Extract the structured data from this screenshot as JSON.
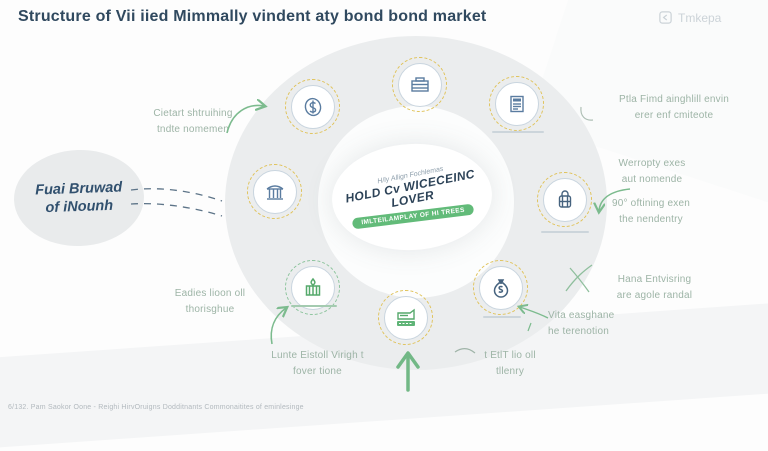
{
  "title": "Structure of Vii iied Mimmally vindent aty bond bond market",
  "logo": {
    "text": "Tmkepa",
    "icon": "chevron-left-square-icon"
  },
  "left_bubble": {
    "line1": "Fuai Bruwad",
    "line2": "of iNounh"
  },
  "center": {
    "top_note": "H/ly Allign Fochlemas",
    "main_line1": "HOLD Cv WICECEINC",
    "main_line2": "LOVER",
    "badge": "IMLTEILAMPLAY OF HI TREES"
  },
  "labels": {
    "top_left": {
      "line1": "Cietart shtruihing",
      "line2": "tndte nomemen"
    },
    "bottom_left": {
      "line1": "Eadies lioon oll",
      "line2": "thorisghue"
    },
    "bottom_center": {
      "line1": "Lunte Eistoll Virigh t",
      "line2": "fover tione"
    },
    "bottom_right": {
      "line1": "t EtlT lio oll",
      "line2": "tllenry"
    },
    "right_top": {
      "line1": "Ptla Fimd ainghlill envin",
      "line2": "erer enf cmiteote"
    },
    "right_mid1": {
      "line1": "Werropty exes",
      "line2": "aut nomende"
    },
    "right_mid2": {
      "line1": "90° oftining exen",
      "line2": "the nendentry"
    },
    "right_bottom": {
      "line1": "Hana Entvisring",
      "line2": "are agole randal"
    },
    "vita": {
      "line1": "Vita easghane",
      "line2": "he terenotion"
    }
  },
  "nodes": [
    {
      "name": "archive-box-icon",
      "position": "top",
      "ring_color": "#e0c35b"
    },
    {
      "name": "dollar-coin-icon",
      "position": "upper-left",
      "ring_color": "#e0c35b"
    },
    {
      "name": "bank-building-icon",
      "position": "left",
      "ring_color": "#e0c35b"
    },
    {
      "name": "green-building-icon",
      "position": "lower-left",
      "ring_color": "#8cc49c"
    },
    {
      "name": "ledger-book-icon",
      "position": "bottom",
      "ring_color": "#e0c35b"
    },
    {
      "name": "money-bag-icon",
      "position": "lower-right",
      "ring_color": "#e0c35b"
    },
    {
      "name": "luggage-icon",
      "position": "right",
      "ring_color": "#e0c35b"
    },
    {
      "name": "document-icon",
      "position": "upper-right",
      "ring_color": "#e0c35b"
    }
  ],
  "footer": "6/132. Pam Saokor Oone - Reighi HirvOruigns Dodditnants Commonaitites of eminlesinge",
  "colors": {
    "title": "#30495f",
    "accent_green": "#6cbb82",
    "accent_yellow": "#e0c35b",
    "icon_blue": "#5a7ca0",
    "icon_green": "#55a96b",
    "label": "#9db4a6",
    "ring_gray": "#ebedee",
    "badge_green": "#62bb79"
  }
}
